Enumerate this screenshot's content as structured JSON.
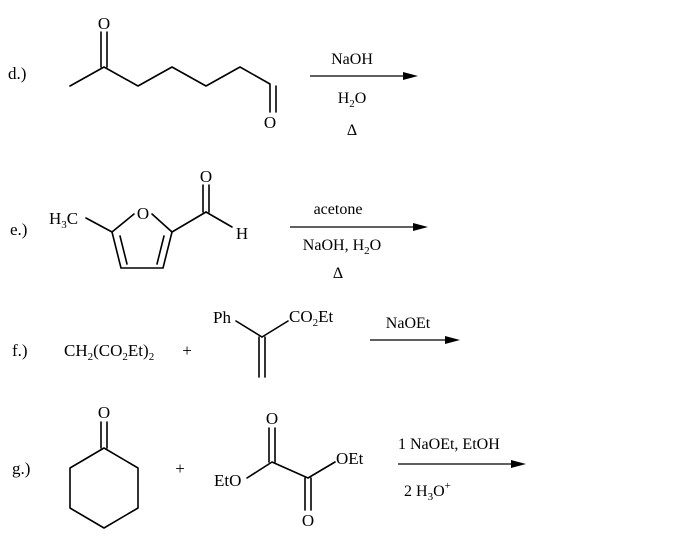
{
  "problems": [
    {
      "label": "d.)",
      "atoms": {
        "top_oxygen": "O",
        "bottom_oxygen": "O"
      },
      "conditions": [
        "NaOH",
        "H2O",
        "Δ"
      ]
    },
    {
      "label": "e.)",
      "atoms": {
        "methyl": "H3C",
        "ring_oxygen": "O",
        "carbonyl_oxygen": "O",
        "aldehyde_h": "H"
      },
      "conditions": [
        "acetone",
        "NaOH, H2O",
        "Δ"
      ]
    },
    {
      "label": "f.)",
      "reactant1": "CH2(CO2Et)2",
      "plus": "+",
      "atoms": {
        "phenyl": "Ph",
        "ester": "CO2Et"
      },
      "conditions": [
        "NaOEt"
      ]
    },
    {
      "label": "g.)",
      "plus": "+",
      "atoms": {
        "ketone_oxygen": "O",
        "top_oxygen": "O",
        "bottom_oxygen": "O",
        "left_ester": "EtO",
        "right_ester": "OEt"
      },
      "conditions": [
        "1 NaOEt, EtOH",
        "2 H3O+"
      ]
    }
  ]
}
